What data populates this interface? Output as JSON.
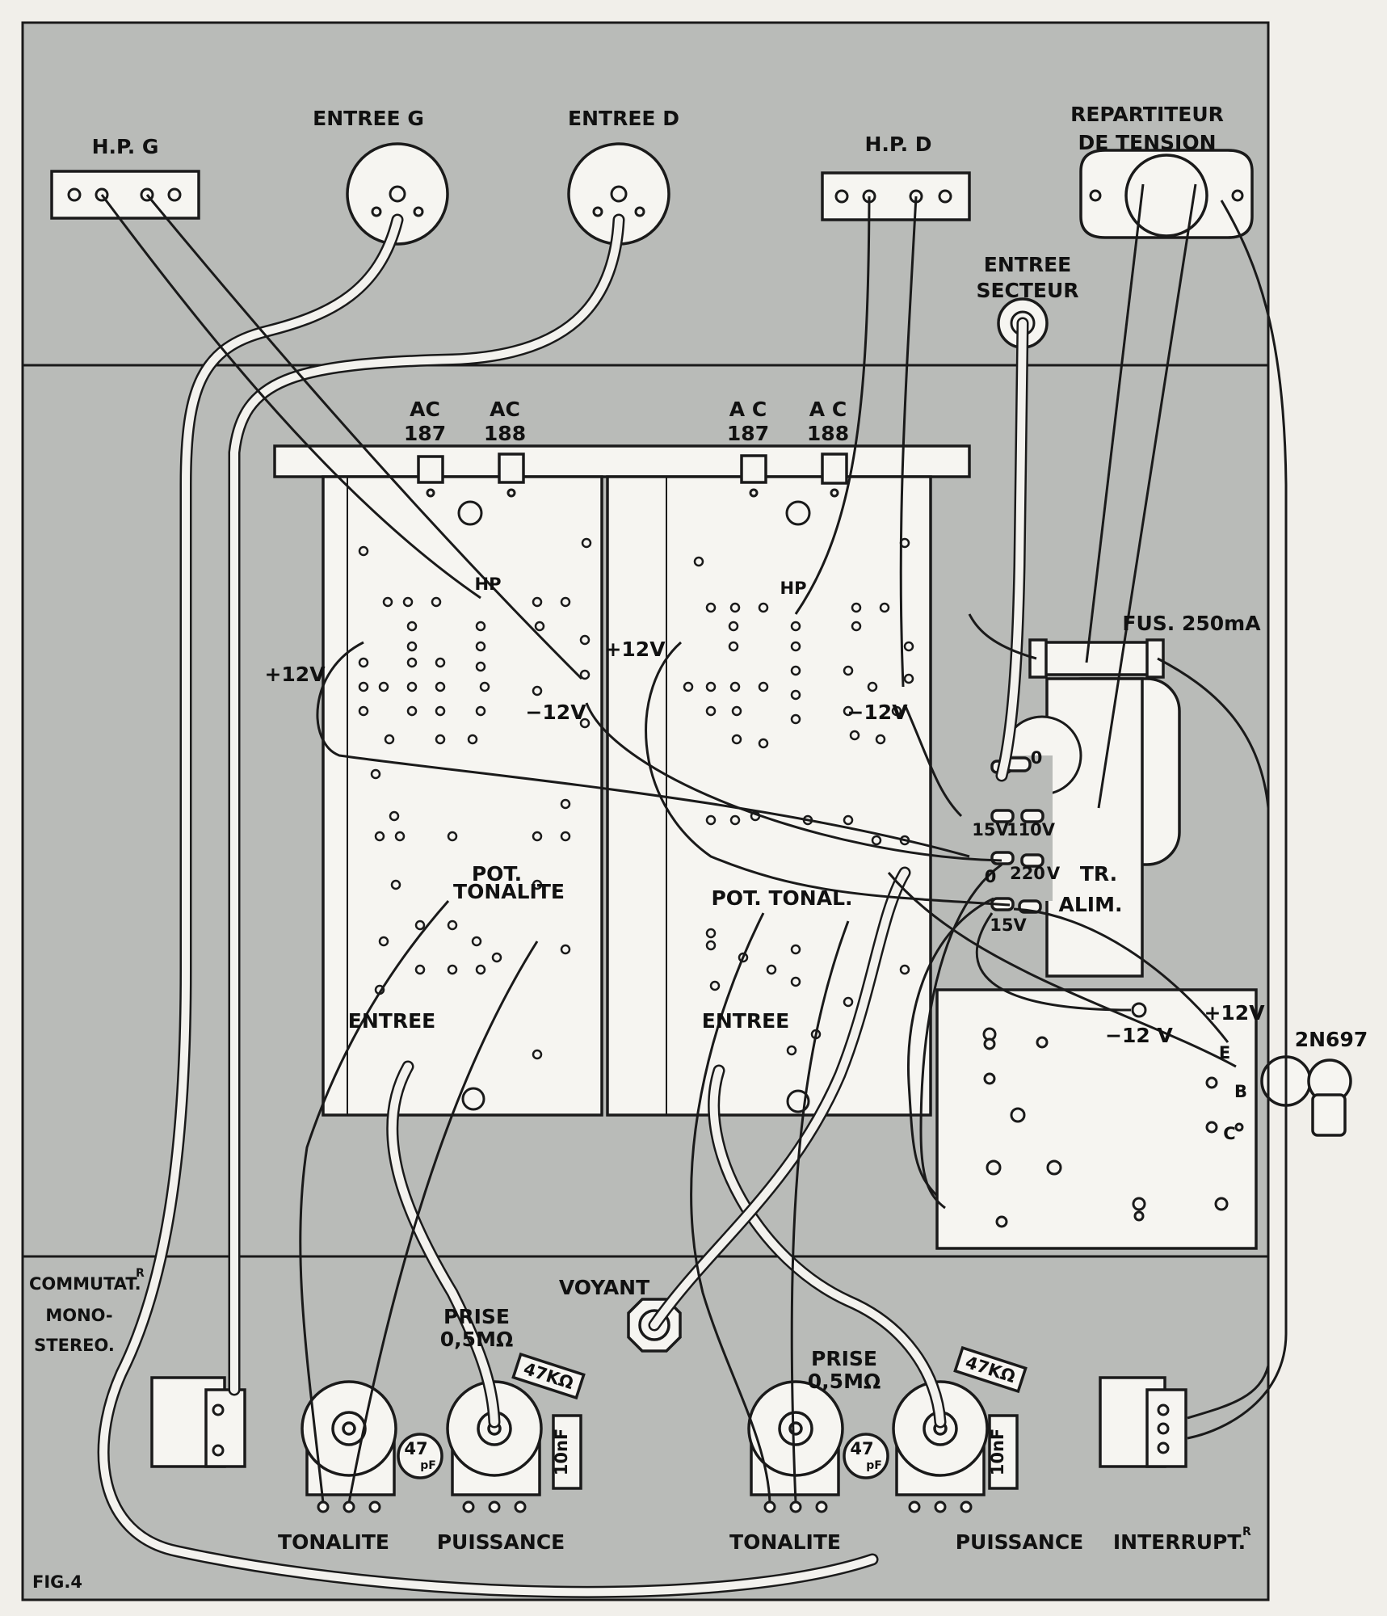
{
  "labels": {
    "hpg": "H.P. G",
    "entree_g": "ENTREE  G",
    "entree_d": "ENTREE  D",
    "hpd": "H.P. D",
    "repartiteur_1": "REPARTITEUR",
    "repartiteur_2": "DE  TENSION",
    "secteur_1": "ENTREE",
    "secteur_2": "SECTEUR",
    "ac_left_1a": "AC",
    "ac_left_1b": "187",
    "ac_left_2a": "AC",
    "ac_left_2b": "188",
    "ac_right_1a": "A C",
    "ac_right_1b": "187",
    "ac_right_2a": "A C",
    "ac_right_2b": "188",
    "hp_left": "HP",
    "hp_right": "HP",
    "plus12_left": "+12V",
    "plus12_mid": "+12V",
    "minus12_left": "−12V",
    "minus12_right": "−12V",
    "fuse": "FUS. 250mA",
    "tap_0_top": "0",
    "tap_15_top": "15V",
    "tap_110": "110V",
    "tap_0_bottom": "0",
    "tap_220": "220",
    "tap_v": "V",
    "tap_15_bottom": "15V",
    "tr_1": "TR.",
    "tr_2": "ALIM.",
    "pot_tonalite_1": "POT.",
    "pot_tonalite_2": "TONALITE",
    "pot_tonal": "POT. TONAL.",
    "entree_left": "ENTREE",
    "entree_right": "ENTREE",
    "reg_plus12": "+12V",
    "reg_minus12": "−12 V",
    "pin_e": "E",
    "pin_b": "B",
    "pin_c": "C",
    "transistor": "2N697",
    "commutat": "COMMUTAT.",
    "commutat_r": "R",
    "mono": "MONO-",
    "stereo": "STEREO.",
    "voyant": "VOYANT",
    "prise_left_1": "PRISE",
    "prise_left_2": "0,5MΩ",
    "prise_right_1": "PRISE",
    "prise_right_2": "0,5MΩ",
    "r47_left": "47KΩ",
    "r47_right": "47KΩ",
    "c10_left": "10nF",
    "c10_right": "10nF",
    "c47_left_1": "47",
    "c47_left_2": "pF",
    "c47_right_1": "47",
    "c47_right_2": "pF",
    "tonalite_left": "TONALITE",
    "puissance_left": "PUISSANCE",
    "tonalite_right": "TONALITE",
    "puissance_right": "PUISSANCE",
    "interrupt": "INTERRUPT.",
    "interrupt_r": "R",
    "fig": "FIG.4"
  },
  "colors": {
    "panel": "#b9bbb8",
    "ink": "#1a1a1a",
    "paper": "#f1efea"
  }
}
